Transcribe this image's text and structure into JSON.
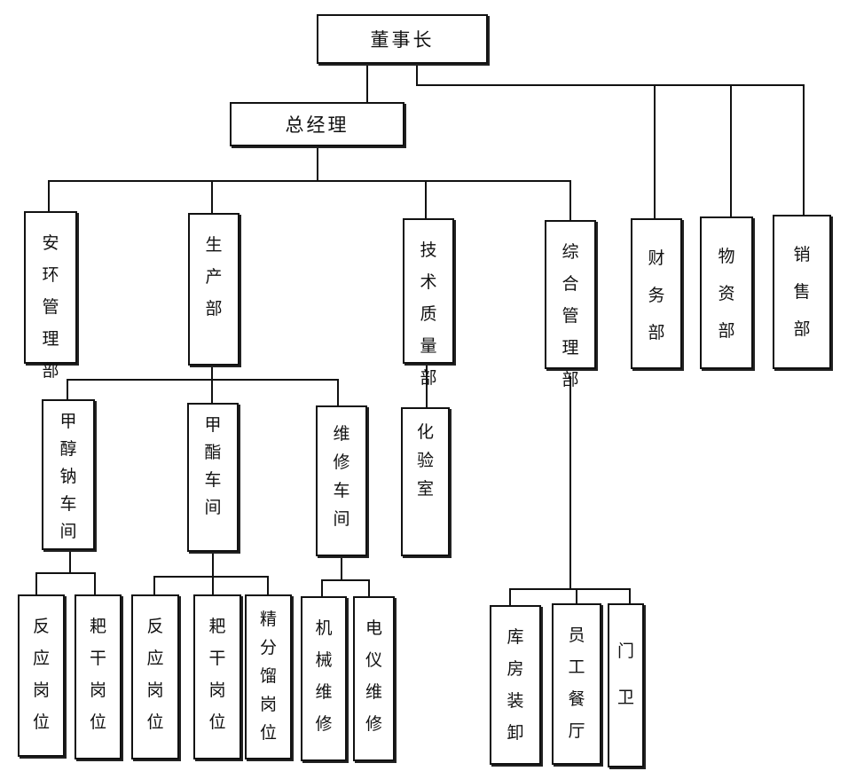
{
  "org_chart": {
    "chairman": "董事长",
    "general_manager": "总经理",
    "departments": {
      "anhuan": [
        "安",
        "环",
        "管",
        "理",
        "部"
      ],
      "shengchan": [
        "生",
        "产",
        "部"
      ],
      "jishu": [
        "技",
        "术",
        "质",
        "量",
        "部"
      ],
      "zonghe": [
        "综",
        "合",
        "管",
        "理",
        "部"
      ],
      "caiwu": [
        "财",
        "务",
        "部"
      ],
      "wuzi": [
        "物",
        "资",
        "部"
      ],
      "xiaoshou": [
        "销",
        "售",
        "部"
      ]
    },
    "workshops": {
      "jiachun": [
        "甲",
        "醇",
        "钠",
        "车",
        "间"
      ],
      "jiazhi": [
        "甲",
        "酯",
        "车",
        "间"
      ],
      "weixiu": [
        "维",
        "修",
        "车",
        "间"
      ],
      "huayan": [
        "化",
        "验",
        "室"
      ]
    },
    "posts": {
      "fy1": [
        "反",
        "应",
        "岗",
        "位"
      ],
      "bg1": [
        "耙",
        "干",
        "岗",
        "位"
      ],
      "fy2": [
        "反",
        "应",
        "岗",
        "位"
      ],
      "bg2": [
        "耙",
        "干",
        "岗",
        "位"
      ],
      "jfl": [
        "精",
        "分",
        "馏",
        "岗",
        "位"
      ],
      "jxwx": [
        "机",
        "械",
        "维",
        "修"
      ],
      "dywx": [
        "电",
        "仪",
        "维",
        "修"
      ],
      "kfzx": [
        "库",
        "房",
        "装",
        "卸"
      ],
      "ygct": [
        "员",
        "工",
        "餐",
        "厅"
      ],
      "menwei": [
        "门",
        "卫"
      ]
    }
  }
}
